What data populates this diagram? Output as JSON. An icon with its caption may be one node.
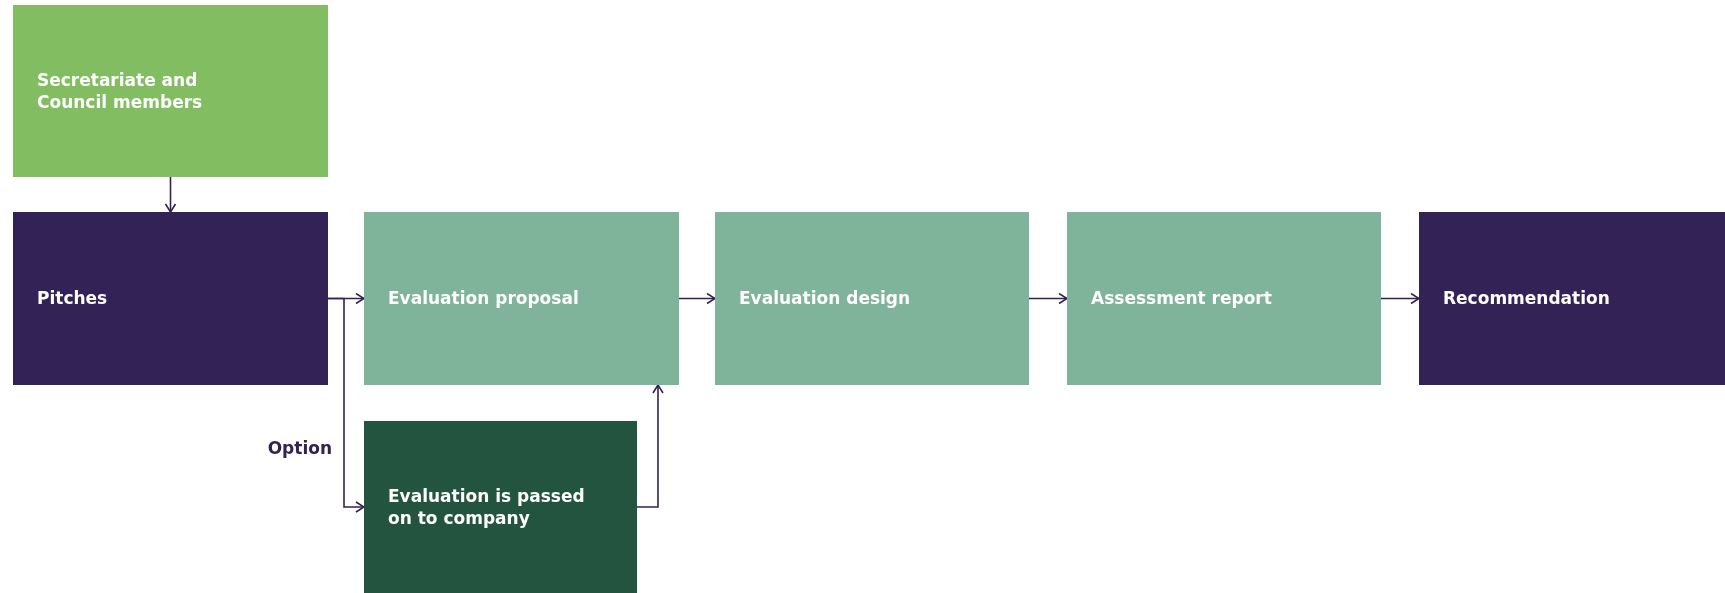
{
  "diagram": {
    "nodes": [
      {
        "text": [
          "Secretariate and Council members"
        ]
      },
      {
        "text": [
          "Pitches"
        ]
      },
      {
        "text": [
          "Evaluation proposal"
        ]
      },
      {
        "text": [
          "Evaluation design"
        ]
      },
      {
        "text": [
          "Assessment report"
        ]
      },
      {
        "text": [
          "Recommendation"
        ]
      },
      {
        "text": [
          "Evaluation is passed on to company"
        ]
      }
    ],
    "edges": [
      {
        "from": 0,
        "to": 1,
        "arrow": "to"
      },
      {
        "from": 1,
        "to": 2,
        "arrow": "to"
      },
      {
        "from": 1,
        "to": 6,
        "arrow": "to",
        "label": "Option"
      },
      {
        "from": 6,
        "to": 2,
        "arrow": "to"
      },
      {
        "from": 2,
        "to": 3,
        "arrow": "to"
      },
      {
        "from": 3,
        "to": 4,
        "arrow": "to"
      },
      {
        "from": 4,
        "to": 5,
        "arrow": "to"
      }
    ]
  }
}
